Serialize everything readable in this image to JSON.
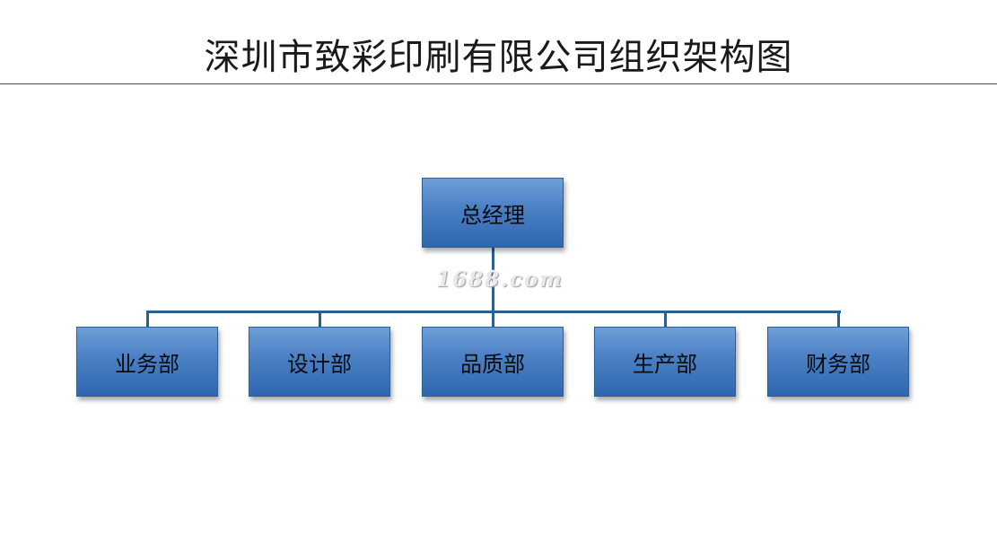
{
  "title": "深圳市致彩印刷有限公司组织架构图",
  "watermark": "1688.com",
  "root": {
    "label": "总经理"
  },
  "departments": [
    {
      "label": "业务部"
    },
    {
      "label": "设计部"
    },
    {
      "label": "品质部"
    },
    {
      "label": "生产部"
    },
    {
      "label": "财务部"
    }
  ],
  "colors": {
    "box_top": "#6f9fd8",
    "box_bottom": "#2f67ae",
    "box_border": "#2f5e91",
    "connector": "#2e5f93"
  }
}
